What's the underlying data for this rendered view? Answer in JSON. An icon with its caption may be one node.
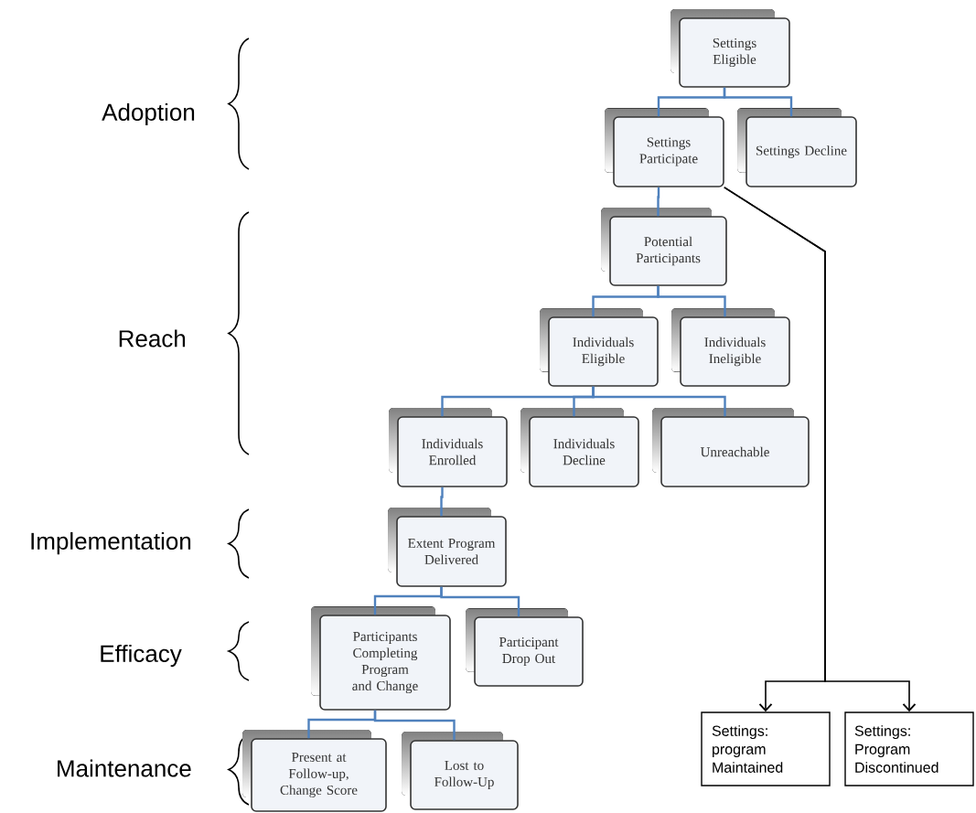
{
  "diagram": {
    "nodes": [
      {
        "text": [
          "Settings Eligible"
        ]
      },
      {
        "text": [
          "Settings Participate"
        ]
      },
      {
        "text": [
          "Settings Decline"
        ]
      },
      {
        "text": [
          "Potential Participants"
        ]
      },
      {
        "text": [
          "Individuals Eligible"
        ]
      },
      {
        "text": [
          "Individuals Ineligible"
        ]
      },
      {
        "text": [
          "Individuals Enrolled"
        ]
      },
      {
        "text": [
          "Individuals Decline"
        ]
      },
      {
        "text": [
          "Unreachable"
        ]
      },
      {
        "text": [
          "Extent Program Delivered"
        ]
      },
      {
        "text": [
          "Participants Completing Program and Change"
        ]
      },
      {
        "text": [
          "Participant Drop Out"
        ]
      },
      {
        "text": [
          "Present at Follow-up, Change Score"
        ]
      },
      {
        "text": [
          "Lost to Follow-Up"
        ]
      },
      {
        "text": [
          "Settings: program Maintained"
        ]
      },
      {
        "text": [
          "Settings: Program Discontinued"
        ]
      }
    ],
    "edges": [
      {
        "from": 0,
        "to": 1,
        "arrow": "none"
      },
      {
        "from": 0,
        "to": 2,
        "arrow": "none"
      },
      {
        "from": 1,
        "to": 3,
        "arrow": "none"
      },
      {
        "from": 3,
        "to": 4,
        "arrow": "none"
      },
      {
        "from": 3,
        "to": 5,
        "arrow": "none"
      },
      {
        "from": 4,
        "to": 6,
        "arrow": "none"
      },
      {
        "from": 4,
        "to": 7,
        "arrow": "none"
      },
      {
        "from": 4,
        "to": 8,
        "arrow": "none"
      },
      {
        "from": 6,
        "to": 9,
        "arrow": "none"
      },
      {
        "from": 9,
        "to": 10,
        "arrow": "none"
      },
      {
        "from": 9,
        "to": 11,
        "arrow": "none"
      },
      {
        "from": 10,
        "to": 12,
        "arrow": "none"
      },
      {
        "from": 10,
        "to": 13,
        "arrow": "none"
      },
      {
        "from": 1,
        "to": 14,
        "arrow": "to",
        "color": "#000000"
      },
      {
        "from": 1,
        "to": 15,
        "arrow": "to",
        "color": "#000000"
      }
    ],
    "labels": [
      "Adoption",
      "Reach",
      "Implementation",
      "Efficacy",
      "Maintenance"
    ]
  }
}
